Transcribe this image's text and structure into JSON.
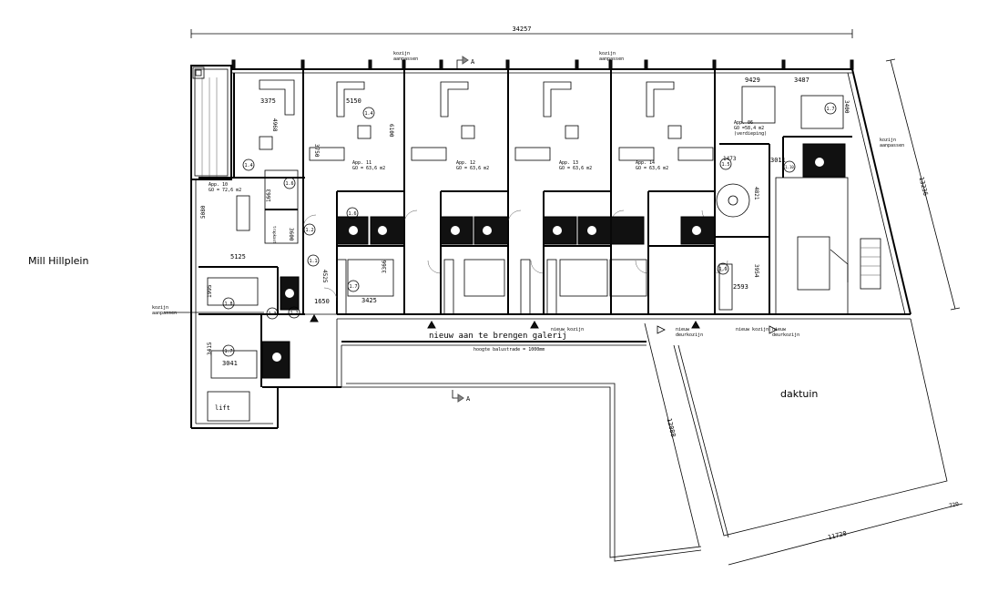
{
  "outside": {
    "street": "Mill Hillplein",
    "roof_garden": "daktuin",
    "gallery": "nieuw aan te brengen galerij",
    "balustrade": "hoogte balustrade = 1000mm",
    "lift": "lift"
  },
  "dimensions": {
    "total_width": "34257",
    "right_side": "13236",
    "diag_roof": "12088",
    "bottom_roof": "11720",
    "bottom_small": "720",
    "d3375": "3375",
    "d5150": "5150",
    "d4968": "4968",
    "d3750": "3750",
    "d6100": "6100",
    "d5080": "5080",
    "d5125": "5125",
    "d1663": "1663",
    "d3600": "3600",
    "d4525": "4525",
    "d1650": "1650",
    "d3366": "3366",
    "d3425": "3425",
    "d1995": "1995",
    "d3415": "3415",
    "d3041": "3041",
    "d9429": "9429",
    "d3487": "3487",
    "d3400": "3400",
    "d3011": "3011",
    "d1473": "1473",
    "d4821": "4821",
    "d3954": "3954",
    "d2593": "2593"
  },
  "notes": {
    "kozijn_top1a": "kozijn",
    "kozijn_top1b": "aanpassen",
    "kozijn_top2a": "kozijn",
    "kozijn_top2b": "aanpassen",
    "kozijn_right_a": "kozijn",
    "kozijn_right_b": "aanpassen",
    "kozijn_left_a": "kozijn",
    "kozijn_left_b": "aanpassen",
    "nieuw_kozijn1": "nieuw kozijn",
    "nieuw_deurkozijn1a": "nieuw",
    "nieuw_deurkozijn1b": "deurkozijn",
    "nieuw_kozijn2": "nieuw kozijn",
    "nieuw_deurkozijn2a": "nieuw",
    "nieuw_deurkozijn2b": "deurkozijn",
    "section_top": "A",
    "section_bottom": "A",
    "trapkast": "trapkast"
  },
  "apartments": {
    "app10_name": "App. 10",
    "app10_area": "GO = 72,6 m2",
    "app11_name": "App. 11",
    "app11_area": "GO = 63,6 m2",
    "app12_name": "App. 12",
    "app12_area": "GO = 63,6 m2",
    "app13_name": "App. 13",
    "app13_area": "GO = 63,6 m2",
    "app14_name": "App. 14",
    "app14_area": "GO = 63,6 m2",
    "app06_name": "App. 06",
    "app06_area": "GO =58,4 m2",
    "app06_note": "(verdieping)"
  },
  "room_codes": {
    "r1": "1.4",
    "r2": "1.4",
    "r3": "1.6",
    "r4": "1.2",
    "r5": "1.1",
    "r6": "1.8",
    "r7": "1.3",
    "r8": "1.2",
    "r9": "1.7",
    "r10": "1.6",
    "r11": "1.7",
    "r12": "1.7",
    "r13": "1.5",
    "r14": "1.10",
    "r15": "1.9"
  }
}
